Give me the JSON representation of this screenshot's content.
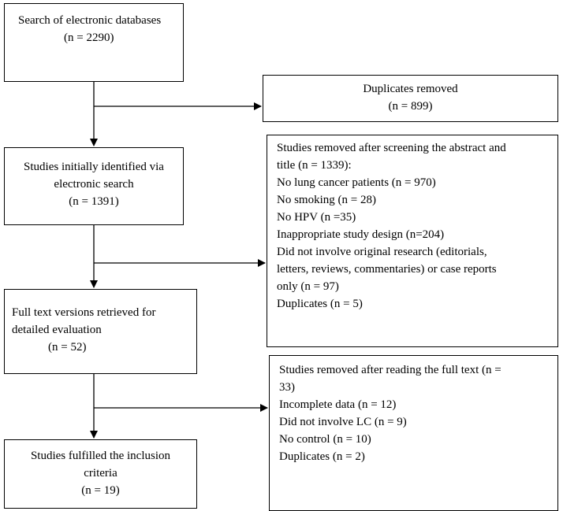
{
  "boxes": {
    "search": {
      "lines": [
        "Search of electronic databases",
        "(n = 2290)"
      ]
    },
    "duplicates_removed": {
      "lines": [
        "Duplicates removed",
        "(n = 899)"
      ]
    },
    "initially_identified": {
      "lines": [
        "Studies initially identified via",
        "electronic search",
        "(n = 1391)"
      ]
    },
    "removed_screening": {
      "lines": [
        "Studies removed after screening the abstract and",
        "title (n = 1339):",
        "No lung cancer patients (n = 970)",
        "No smoking (n = 28)",
        "No HPV (n =35)",
        "Inappropriate study design (n=204)",
        "Did not involve original research (editorials,",
        "letters, reviews, commentaries) or case reports",
        "only (n = 97)",
        "Duplicates (n = 5)"
      ]
    },
    "full_text": {
      "lines": [
        "Full text versions retrieved for",
        "detailed evaluation",
        "(n = 52)"
      ]
    },
    "removed_full_text": {
      "lines": [
        "Studies removed after reading the full text (n =",
        "33)",
        "Incomplete data (n = 12)",
        "Did not involve LC (n = 9)",
        "No control (n = 10)",
        "Duplicates (n = 2)"
      ]
    },
    "inclusion": {
      "lines": [
        "Studies fulfilled the inclusion",
        "criteria",
        "(n = 19)"
      ]
    }
  },
  "colors": {
    "line": "#000000",
    "text": "#000000",
    "background": "#ffffff"
  }
}
